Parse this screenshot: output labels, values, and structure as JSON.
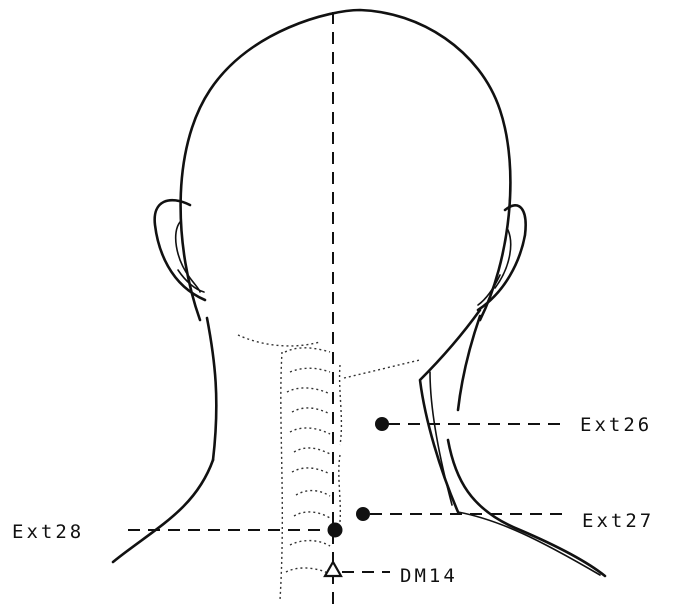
{
  "points": [
    {
      "id": "ext26",
      "label": "Ext26",
      "marker": "filled-circle"
    },
    {
      "id": "ext27",
      "label": "Ext27",
      "marker": "filled-circle"
    },
    {
      "id": "ext28",
      "label": "Ext28",
      "marker": "filled-circle"
    },
    {
      "id": "dm14",
      "label": "DM14",
      "marker": "open-triangle"
    }
  ],
  "colors": {
    "ink": "#111111",
    "background": "#ffffff"
  }
}
